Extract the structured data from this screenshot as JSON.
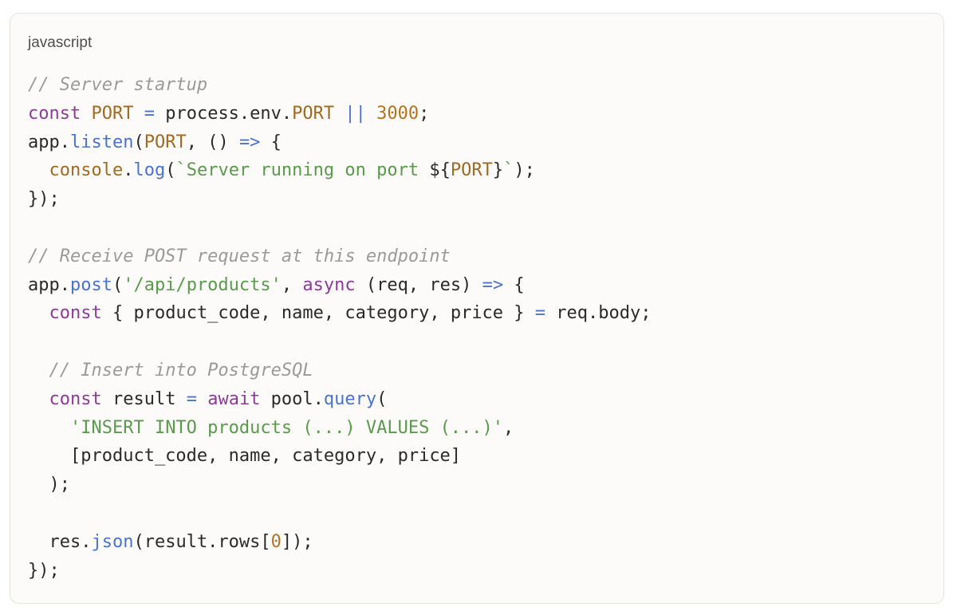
{
  "code_block": {
    "language": "javascript",
    "colors": {
      "background": "#fcfbf9",
      "comment": "#9a9a9a",
      "keyword": "#8e3a98",
      "constant": "#a06a22",
      "operator": "#4a73cf",
      "number": "#b5731f",
      "function": "#4a73cf",
      "string": "#5a9a4d",
      "plain": "#2a2a2a"
    },
    "lines": [
      [
        {
          "t": "comment",
          "v": "// Server startup"
        }
      ],
      [
        {
          "t": "keyword",
          "v": "const"
        },
        {
          "t": "plain",
          "v": " "
        },
        {
          "t": "const",
          "v": "PORT"
        },
        {
          "t": "plain",
          "v": " "
        },
        {
          "t": "operator",
          "v": "="
        },
        {
          "t": "plain",
          "v": " process.env."
        },
        {
          "t": "const",
          "v": "PORT"
        },
        {
          "t": "plain",
          "v": " "
        },
        {
          "t": "operator",
          "v": "||"
        },
        {
          "t": "plain",
          "v": " "
        },
        {
          "t": "number",
          "v": "3000"
        },
        {
          "t": "plain",
          "v": ";"
        }
      ],
      [
        {
          "t": "plain",
          "v": "app."
        },
        {
          "t": "function",
          "v": "listen"
        },
        {
          "t": "plain",
          "v": "("
        },
        {
          "t": "const",
          "v": "PORT"
        },
        {
          "t": "plain",
          "v": ", () "
        },
        {
          "t": "operator",
          "v": "=>"
        },
        {
          "t": "plain",
          "v": " {"
        }
      ],
      [
        {
          "t": "plain",
          "v": "  "
        },
        {
          "t": "const",
          "v": "console"
        },
        {
          "t": "plain",
          "v": "."
        },
        {
          "t": "function",
          "v": "log"
        },
        {
          "t": "plain",
          "v": "("
        },
        {
          "t": "string",
          "v": "`Server running on port "
        },
        {
          "t": "plain",
          "v": "${"
        },
        {
          "t": "const",
          "v": "PORT"
        },
        {
          "t": "plain",
          "v": "}"
        },
        {
          "t": "string",
          "v": "`"
        },
        {
          "t": "plain",
          "v": ");"
        }
      ],
      [
        {
          "t": "plain",
          "v": "});"
        }
      ],
      [],
      [
        {
          "t": "comment",
          "v": "// Receive POST request at this endpoint"
        }
      ],
      [
        {
          "t": "plain",
          "v": "app."
        },
        {
          "t": "function",
          "v": "post"
        },
        {
          "t": "plain",
          "v": "("
        },
        {
          "t": "string",
          "v": "'/api/products'"
        },
        {
          "t": "plain",
          "v": ", "
        },
        {
          "t": "keyword",
          "v": "async"
        },
        {
          "t": "plain",
          "v": " (req, res) "
        },
        {
          "t": "operator",
          "v": "=>"
        },
        {
          "t": "plain",
          "v": " {"
        }
      ],
      [
        {
          "t": "plain",
          "v": "  "
        },
        {
          "t": "keyword",
          "v": "const"
        },
        {
          "t": "plain",
          "v": " { product_code, name, category, price } "
        },
        {
          "t": "operator",
          "v": "="
        },
        {
          "t": "plain",
          "v": " req.body;"
        }
      ],
      [],
      [
        {
          "t": "plain",
          "v": "  "
        },
        {
          "t": "comment",
          "v": "// Insert into PostgreSQL"
        }
      ],
      [
        {
          "t": "plain",
          "v": "  "
        },
        {
          "t": "keyword",
          "v": "const"
        },
        {
          "t": "plain",
          "v": " result "
        },
        {
          "t": "operator",
          "v": "="
        },
        {
          "t": "plain",
          "v": " "
        },
        {
          "t": "keyword",
          "v": "await"
        },
        {
          "t": "plain",
          "v": " pool."
        },
        {
          "t": "function",
          "v": "query"
        },
        {
          "t": "plain",
          "v": "("
        }
      ],
      [
        {
          "t": "plain",
          "v": "    "
        },
        {
          "t": "string",
          "v": "'INSERT INTO products (...) VALUES (...)'"
        },
        {
          "t": "plain",
          "v": ","
        }
      ],
      [
        {
          "t": "plain",
          "v": "    [product_code, name, category, price]"
        }
      ],
      [
        {
          "t": "plain",
          "v": "  );"
        }
      ],
      [],
      [
        {
          "t": "plain",
          "v": "  res."
        },
        {
          "t": "function",
          "v": "json"
        },
        {
          "t": "plain",
          "v": "(result.rows["
        },
        {
          "t": "number",
          "v": "0"
        },
        {
          "t": "plain",
          "v": "]);"
        }
      ],
      [
        {
          "t": "plain",
          "v": "});"
        }
      ]
    ]
  }
}
